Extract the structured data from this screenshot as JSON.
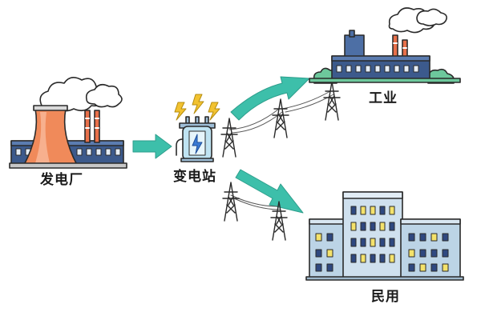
{
  "labels": {
    "power_plant": "发电厂",
    "substation": "变电站",
    "industry": "工业",
    "residential": "民用"
  },
  "colors": {
    "arrow": "#3dbfaa",
    "cooling_tower": "#f08a5a",
    "factory_blue": "#3c5a8c",
    "building": "#bcd4e6",
    "window_yellow": "#f4e26b",
    "window_blue": "#2f4880",
    "tree_green": "#6dc89c",
    "spark": "#f2c230"
  },
  "icons": [
    "cloud-icon",
    "lightning-icon",
    "transformer-icon",
    "pylon-icon",
    "arrow-icon"
  ]
}
